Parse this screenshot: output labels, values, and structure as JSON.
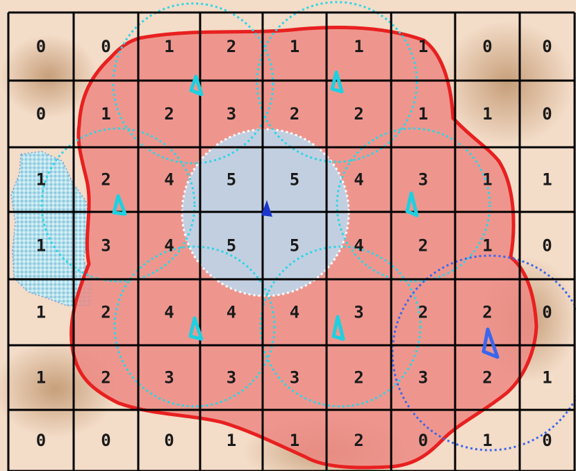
{
  "grid": {
    "columns": 9,
    "rows": 7,
    "cells": [
      [
        "0",
        "0",
        "1",
        "2",
        "1",
        "1",
        "1",
        "0",
        "0"
      ],
      [
        "0",
        "1",
        "2",
        "3",
        "2",
        "2",
        "1",
        "1",
        "0"
      ],
      [
        "1",
        "2",
        "4",
        "5",
        "5",
        "4",
        "3",
        "1",
        "1"
      ],
      [
        "1",
        "3",
        "4",
        "5",
        "5",
        "4",
        "2",
        "1",
        "0"
      ],
      [
        "1",
        "2",
        "4",
        "4",
        "4",
        "3",
        "2",
        "2",
        "0"
      ],
      [
        "1",
        "2",
        "3",
        "3",
        "3",
        "2",
        "3",
        "2",
        "1"
      ],
      [
        "0",
        "0",
        "0",
        "1",
        "1",
        "2",
        "0",
        "1",
        "0"
      ]
    ]
  },
  "colors": {
    "background": "#f3dcc8",
    "terrain_shadow": "#c9a07a",
    "zone_fill": "#ec8a84",
    "zone_border": "#e82020",
    "water": "#a8d8e8",
    "center_area": "#c2cfe0",
    "tower_range": "#2ad6e6",
    "selected_range": "#3a66ee",
    "grid_line": "#000000"
  },
  "icons": {
    "tower": "teardrop-tower-icon",
    "selected_tower": "selected-tower-icon",
    "center_marker": "center-marker-icon"
  }
}
